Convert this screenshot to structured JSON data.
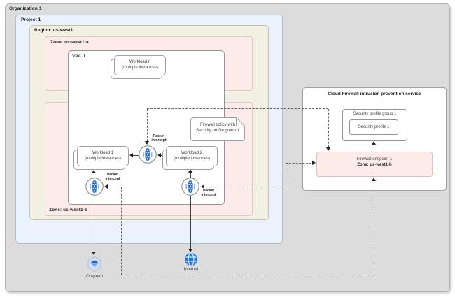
{
  "organization": {
    "label": "Organization 1"
  },
  "project": {
    "label": "Project 1"
  },
  "region": {
    "label": "Region: us-west1"
  },
  "zone_a": {
    "label": "Zone: us-west1-a"
  },
  "zone_b": {
    "label": "Zone: us-west1-b"
  },
  "vpc": {
    "label": "VPC 1"
  },
  "workloads": {
    "n": {
      "title": "Workload n",
      "subtitle": "(multiple instances)"
    },
    "w1": {
      "title": "Workload 1",
      "subtitle": "(multiple instances)"
    },
    "w2": {
      "title": "Workload 2",
      "subtitle": "(multiple instances)"
    }
  },
  "packet_intercept": {
    "line1": "Packet",
    "line2": "intercept"
  },
  "firewall_policy_note": {
    "line1": "Firewall policy with",
    "line2": "Security profile group 1"
  },
  "external": {
    "onprem": "On-prem",
    "internet": "Internet"
  },
  "service": {
    "title": "Cloud Firewall intrusion prevention service",
    "security_profile_group": "Security profile group 1",
    "security_profile": "Security profile 1",
    "firewall_endpoint": {
      "line1": "Firewall endpoint 1",
      "line2": "Zone: us-west1-b"
    }
  },
  "icons": {
    "packet_intercept": "packet-intercept-icon",
    "onprem": "on-prem-hexagon-icon",
    "internet": "internet-globe-icon"
  },
  "colors": {
    "organization_bg": "#dcdcdc",
    "project_bg": "#eaf2fd",
    "region_bg": "#f1f0e3",
    "zone_bg": "#fcebe9",
    "firewall_endpoint_bg": "#fcebe9",
    "icon_blue": "#1a73e8",
    "line_dark": "#3c4043",
    "dash_gray": "#5f6368"
  }
}
